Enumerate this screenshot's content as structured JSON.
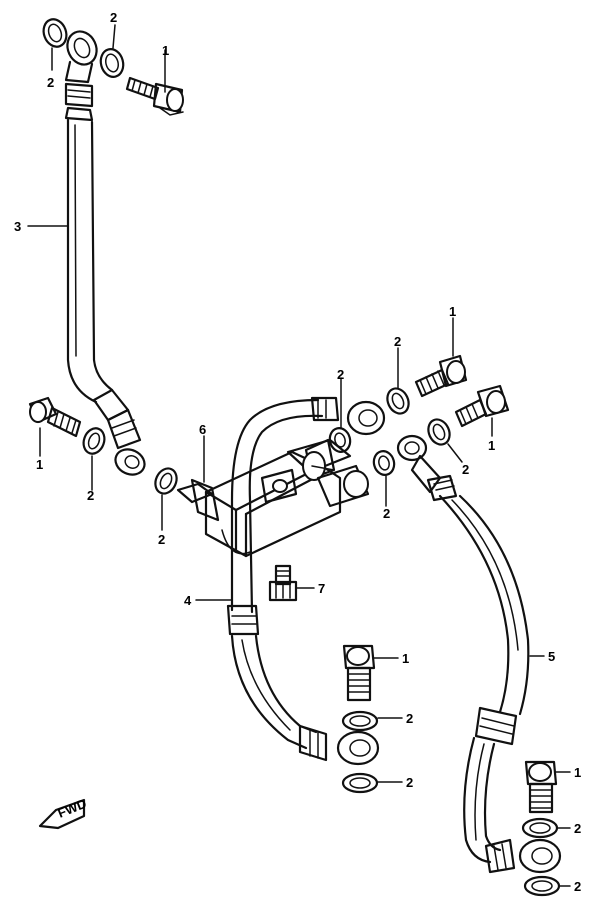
{
  "callouts": {
    "c_2_top_a": "2",
    "c_2_top_b": "2",
    "c_1_top": "1",
    "c_3": "3",
    "c_1_right_top": "1",
    "c_2_right_a": "2",
    "c_2_mid": "2",
    "c_1_left": "1",
    "c_2_left": "2",
    "c_6": "6",
    "c_2_center": "2",
    "c_2_right_b": "2",
    "c_1_right_mid": "1",
    "c_2_right_c": "2",
    "c_7": "7",
    "c_4": "4",
    "c_5": "5",
    "c_1_low": "1",
    "c_2_low_a": "2",
    "c_2_low_b": "2",
    "c_1_bottom": "1",
    "c_2_bottom_a": "2",
    "c_2_bottom_b": "2"
  },
  "fwd_label": "FWD"
}
